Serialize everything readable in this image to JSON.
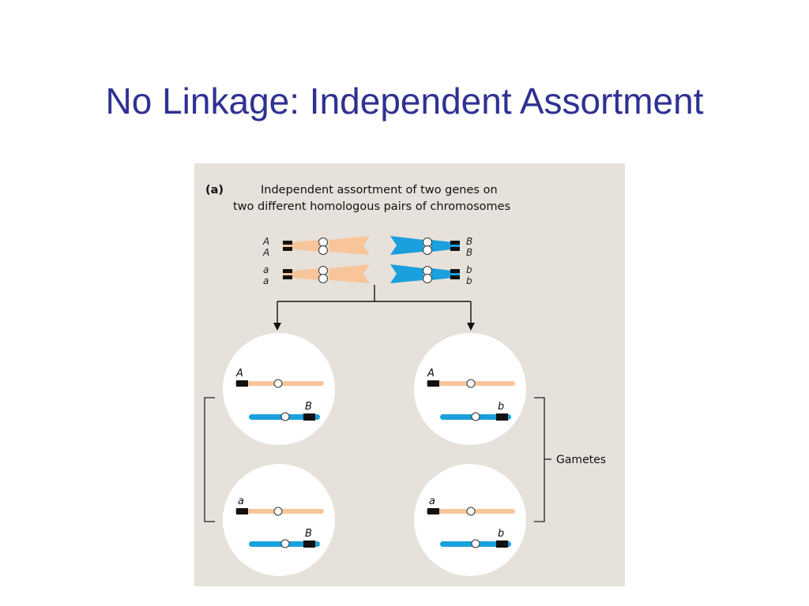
{
  "slide": {
    "title": "No Linkage: Independent Assortment"
  },
  "figure": {
    "panel_label": "(a)",
    "caption_line1": "Independent assortment of two genes on",
    "caption_line2": "two different homologous pairs of chromosomes",
    "parent_labels": {
      "left": [
        "A",
        "A",
        "a",
        "a"
      ],
      "right": [
        "B",
        "B",
        "b",
        "b"
      ]
    },
    "gametes": [
      {
        "top_allele": "A",
        "bottom_allele": "B"
      },
      {
        "top_allele": "A",
        "bottom_allele": "b"
      },
      {
        "top_allele": "a",
        "bottom_allele": "B"
      },
      {
        "top_allele": "a",
        "bottom_allele": "b"
      }
    ],
    "gametes_label": "Gametes",
    "colors": {
      "orange_chromosome": "#f8c59b",
      "blue_chromosome": "#1aa0dc",
      "background": "#e6e1da",
      "title": "#2e3192"
    }
  }
}
